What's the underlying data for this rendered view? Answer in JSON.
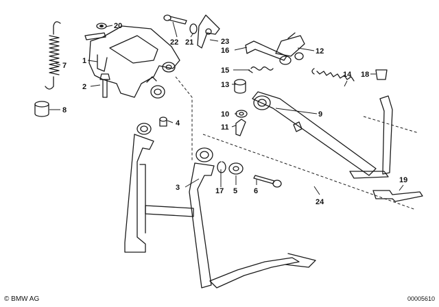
{
  "callouts": {
    "c1": "1",
    "c2": "2",
    "c3": "3",
    "c4": "4",
    "c5": "5",
    "c6": "6",
    "c7": "7",
    "c8": "8",
    "c9": "9",
    "c10": "10",
    "c11": "11",
    "c12": "12",
    "c13": "13",
    "c14": "14",
    "c15": "15",
    "c16": "16",
    "c17": "17",
    "c18": "18",
    "c19": "19",
    "c20": "20",
    "c21": "21",
    "c22": "22",
    "c23": "23",
    "c24": "24"
  },
  "footer": {
    "copyright": "© BMW AG",
    "doc_number": "00005610"
  }
}
